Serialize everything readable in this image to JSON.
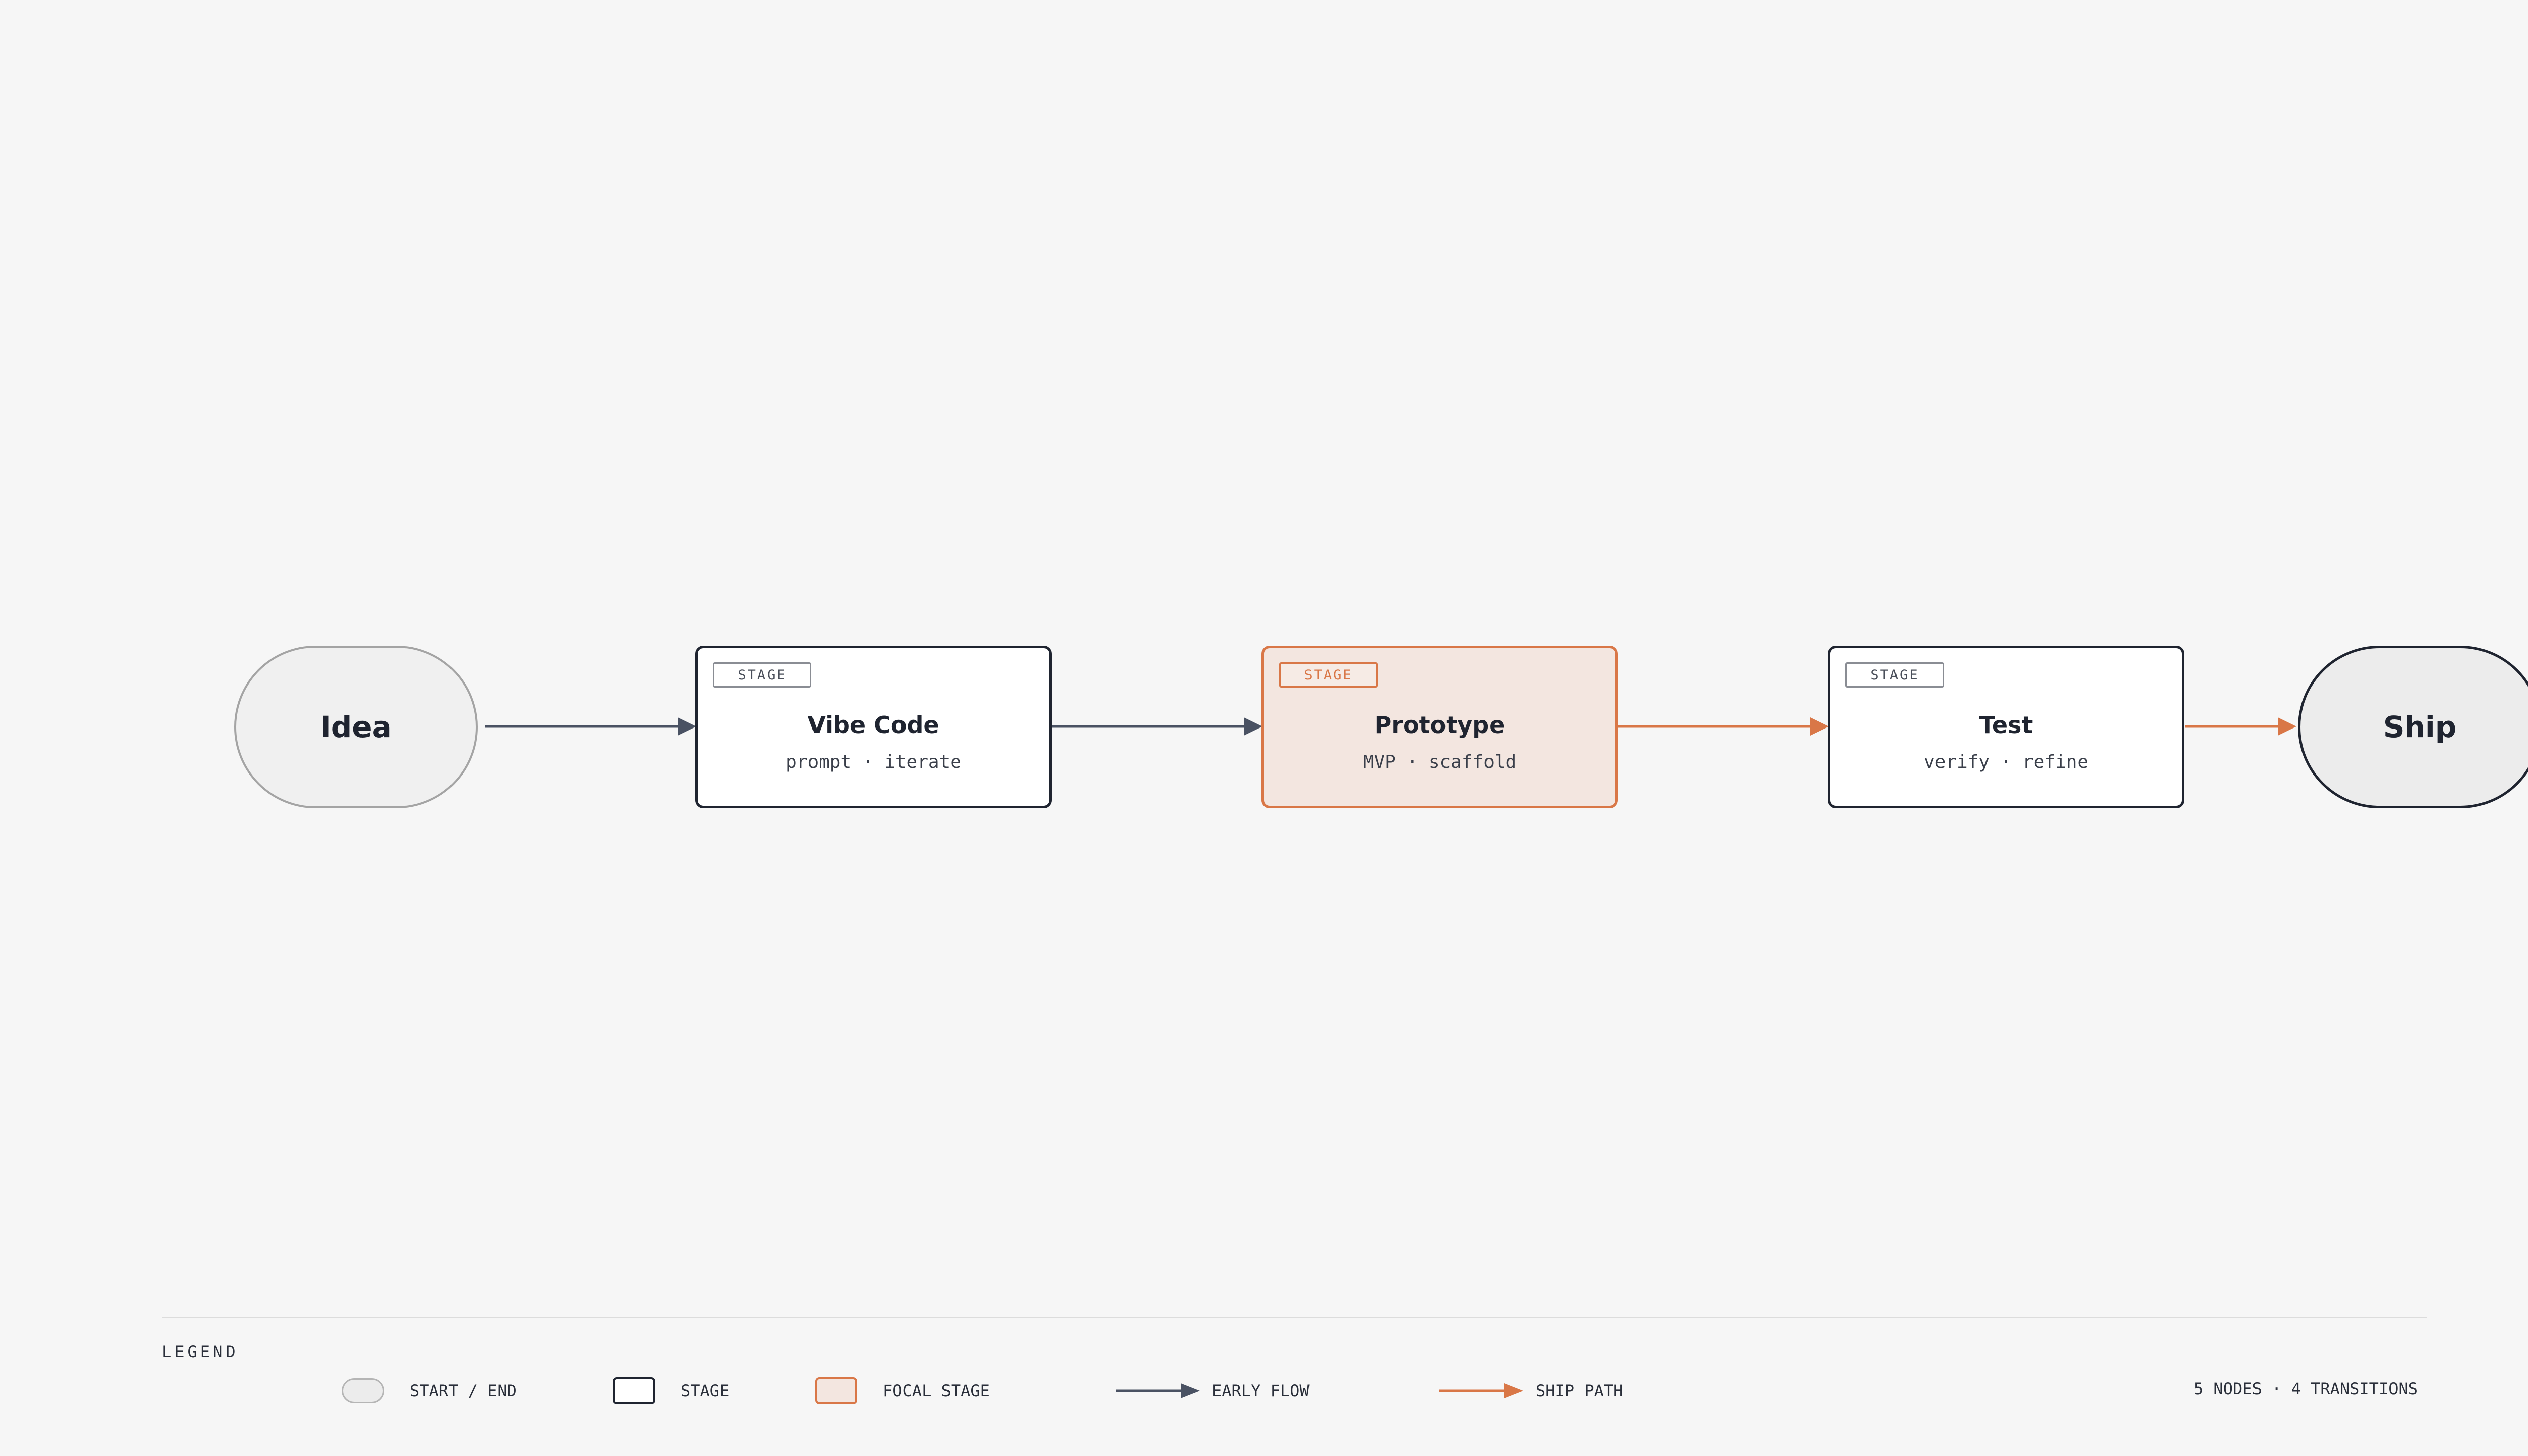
{
  "diagram": {
    "start": {
      "label": "Idea"
    },
    "end": {
      "label": "Ship"
    },
    "stages": [
      {
        "tag": "STAGE",
        "title": "Vibe Code",
        "subtitle": "prompt · iterate",
        "focal": false
      },
      {
        "tag": "STAGE",
        "title": "Prototype",
        "subtitle": "MVP · scaffold",
        "focal": true
      },
      {
        "tag": "STAGE",
        "title": "Test",
        "subtitle": "verify · refine",
        "focal": false
      }
    ],
    "edges": [
      {
        "from": "Idea",
        "to": "Vibe Code",
        "kind": "early-flow"
      },
      {
        "from": "Vibe Code",
        "to": "Prototype",
        "kind": "early-flow"
      },
      {
        "from": "Prototype",
        "to": "Test",
        "kind": "ship-path"
      },
      {
        "from": "Test",
        "to": "Ship",
        "kind": "ship-path"
      }
    ]
  },
  "legend": {
    "title": "LEGEND",
    "items": [
      {
        "label": "START / END"
      },
      {
        "label": "STAGE"
      },
      {
        "label": "FOCAL STAGE"
      },
      {
        "label": "EARLY FLOW"
      },
      {
        "label": "SHIP PATH"
      }
    ],
    "summary": "5 NODES · 4 TRANSITIONS"
  },
  "colors": {
    "early_flow": "#4a5263",
    "ship_path": "#d97747",
    "node_border": "#1f2430",
    "focal_fill": "#f3e6e0",
    "background": "#f6f6f6"
  }
}
